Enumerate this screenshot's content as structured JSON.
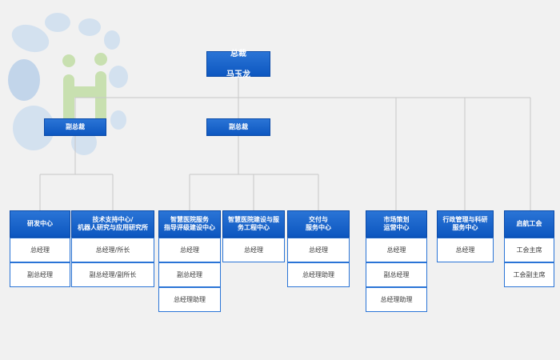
{
  "colors": {
    "header": "#0d57c0",
    "connector": "#c8c8c8",
    "background": "#f1f1f1",
    "cell_border": "#2a74d6"
  },
  "logo": {
    "icon": "hospital-logo-watermark"
  },
  "president": {
    "title": "总裁",
    "name": "马玉龙"
  },
  "vice_presidents": [
    {
      "title": "副总裁"
    },
    {
      "title": "副总裁"
    }
  ],
  "departments": [
    {
      "name": "研发中心",
      "roles": [
        "总经理",
        "副总经理"
      ]
    },
    {
      "name": "技术支持中心/\n机器人研究与应用研究所",
      "roles": [
        "总经理/所长",
        "副总经理/副所长"
      ]
    },
    {
      "name": "智慧医院服务\n指导评级建设中心",
      "roles": [
        "总经理",
        "副总经理",
        "总经理助理"
      ]
    },
    {
      "name": "智慧医院建设与服\n务工程中心",
      "roles": [
        "总经理"
      ]
    },
    {
      "name": "交付与\n服务中心",
      "roles": [
        "总经理",
        "总经理助理"
      ]
    },
    {
      "name": "市场策划\n运营中心",
      "roles": [
        "总经理",
        "副总经理",
        "总经理助理"
      ]
    },
    {
      "name": "行政管理与科研\n服务中心",
      "roles": [
        "总经理"
      ]
    },
    {
      "name": "启航工会",
      "roles": [
        "工会主席",
        "工会副主席"
      ]
    }
  ]
}
